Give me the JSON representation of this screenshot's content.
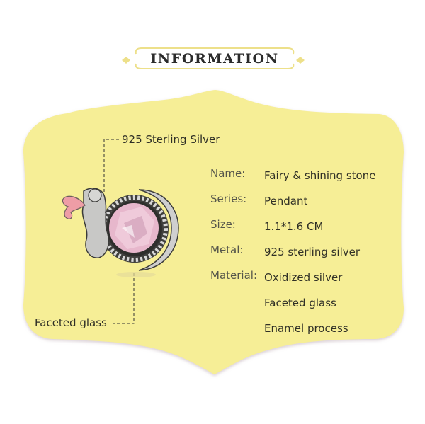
{
  "header": {
    "title": "INFORMATION"
  },
  "colors": {
    "plaque": "#F6EE96",
    "banner_border": "#EDE08A",
    "diamond": "#EDE08A",
    "label_text": "#55554a",
    "value_text": "#303026",
    "stone": "#E7B7CC",
    "enamel_wing": "#EE9DA6",
    "silver": "#B9B9B9",
    "oxidized": "#4A4A48"
  },
  "callouts": {
    "top": "925 Sterling Silver",
    "bottom": "Faceted glass"
  },
  "product_image": {
    "icon": "fairy-charm-with-pink-stone-image"
  },
  "specs": [
    {
      "label": "Name:",
      "value": "Fairy & shining stone"
    },
    {
      "label": "Series:",
      "value": "Pendant"
    },
    {
      "label": "Size:",
      "value": "1.1*1.6 CM"
    },
    {
      "label": "Metal:",
      "value": "925 sterling silver"
    },
    {
      "label": "Material:",
      "value": "Oxidized silver"
    },
    {
      "label": "",
      "value": "Faceted glass"
    },
    {
      "label": "",
      "value": "Enamel process"
    }
  ]
}
